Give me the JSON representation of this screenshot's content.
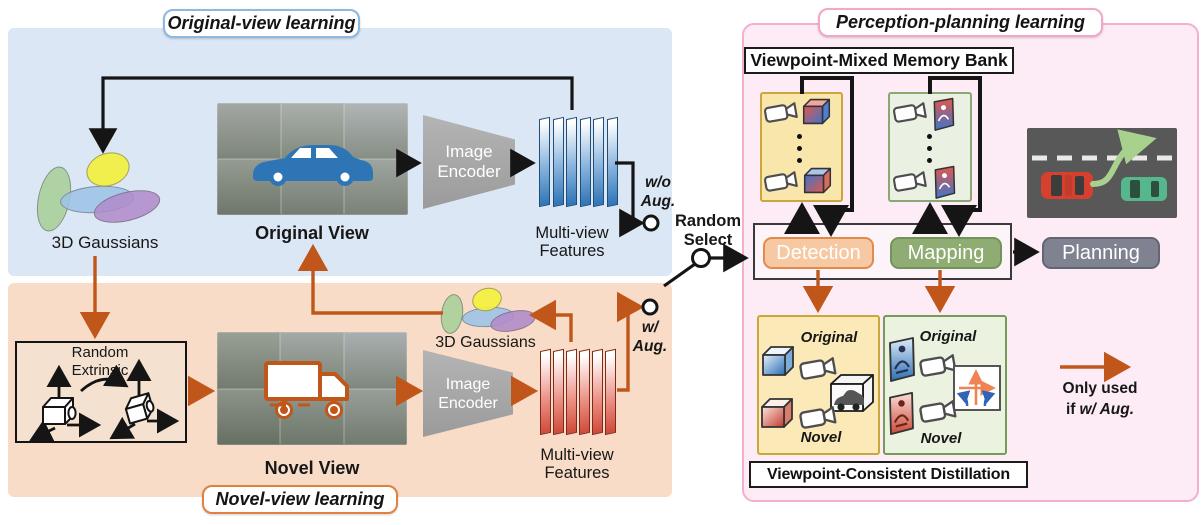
{
  "colors": {
    "panel_blue": "#dbe7f4",
    "panel_orange": "#f8dcc7",
    "panel_pink": "#fdecf5",
    "pink_border": "#f2afce",
    "blue_pill_border": "#8fb8e0",
    "orange_arrow": "#c0561a",
    "black_arrow": "#151515",
    "detection_fill": "#f6c9a3",
    "detection_border": "#e2894e",
    "mapping_fill": "#8fac72",
    "planning_fill": "#7f8290",
    "memory_yellow": "#f9e6ab",
    "memory_green": "#eaf1e3",
    "feature_blue": "#2e75b6",
    "feature_red": "#cf4a3a",
    "encoder_gray": "#a8a8a8"
  },
  "original_panel": {
    "title": "Original-view learning",
    "gaussians_label": "3D Gaussians",
    "view_label": "Original View",
    "encoder": {
      "line1": "Image",
      "line2": "Encoder"
    },
    "features": {
      "line1": "Multi-view",
      "line2": "Features"
    },
    "output": {
      "line1": "w/o",
      "line2": "Aug."
    }
  },
  "novel_panel": {
    "title": "Novel-view learning",
    "extrinsic": {
      "line1": "Random",
      "line2": "Extrinsic"
    },
    "view_label": "Novel View",
    "gaussians_label": "3D Gaussians",
    "encoder": {
      "line1": "Image",
      "line2": "Encoder"
    },
    "features": {
      "line1": "Multi-view",
      "line2": "Features"
    },
    "output": {
      "line1": "w/",
      "line2": "Aug."
    }
  },
  "selector": {
    "line1": "Random",
    "line2": "Select"
  },
  "perception_panel": {
    "title": "Perception-planning learning",
    "memory_bank_label": "Viewpoint-Mixed Memory Bank",
    "modules": {
      "detection": "Detection",
      "mapping": "Mapping",
      "planning": "Planning"
    },
    "distillation_label": "Viewpoint-Consistent Distillation",
    "original_tag": "Original",
    "novel_tag": "Novel"
  },
  "legend": {
    "line1": "Only used",
    "line2_prefix": "if",
    "line2_italic": "w/ Aug."
  }
}
